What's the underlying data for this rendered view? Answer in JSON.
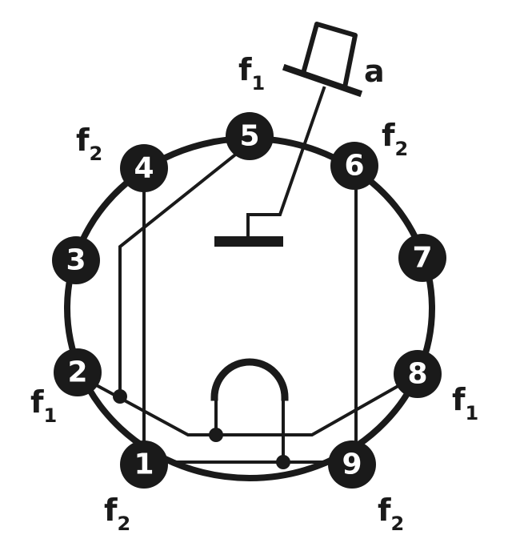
{
  "title": "Valve base pin connection diagram (9-pin)",
  "pins": [
    {
      "number": "1"
    },
    {
      "number": "2"
    },
    {
      "number": "3"
    },
    {
      "number": "4"
    },
    {
      "number": "5"
    },
    {
      "number": "6"
    },
    {
      "number": "7"
    },
    {
      "number": "8"
    },
    {
      "number": "9"
    }
  ],
  "labels": {
    "anode": "a",
    "f1_top": {
      "base": "f",
      "sub": "1"
    },
    "f2_upper_left": {
      "base": "f",
      "sub": "2"
    },
    "f2_upper_right": {
      "base": "f",
      "sub": "2"
    },
    "f1_left": {
      "base": "f",
      "sub": "1"
    },
    "f1_right": {
      "base": "f",
      "sub": "1"
    },
    "f2_bottom_left": {
      "base": "f",
      "sub": "2"
    },
    "f2_bottom_right": {
      "base": "f",
      "sub": "2"
    }
  },
  "colors": {
    "ink": "#1a1a1a",
    "paper": "#ffffff"
  }
}
